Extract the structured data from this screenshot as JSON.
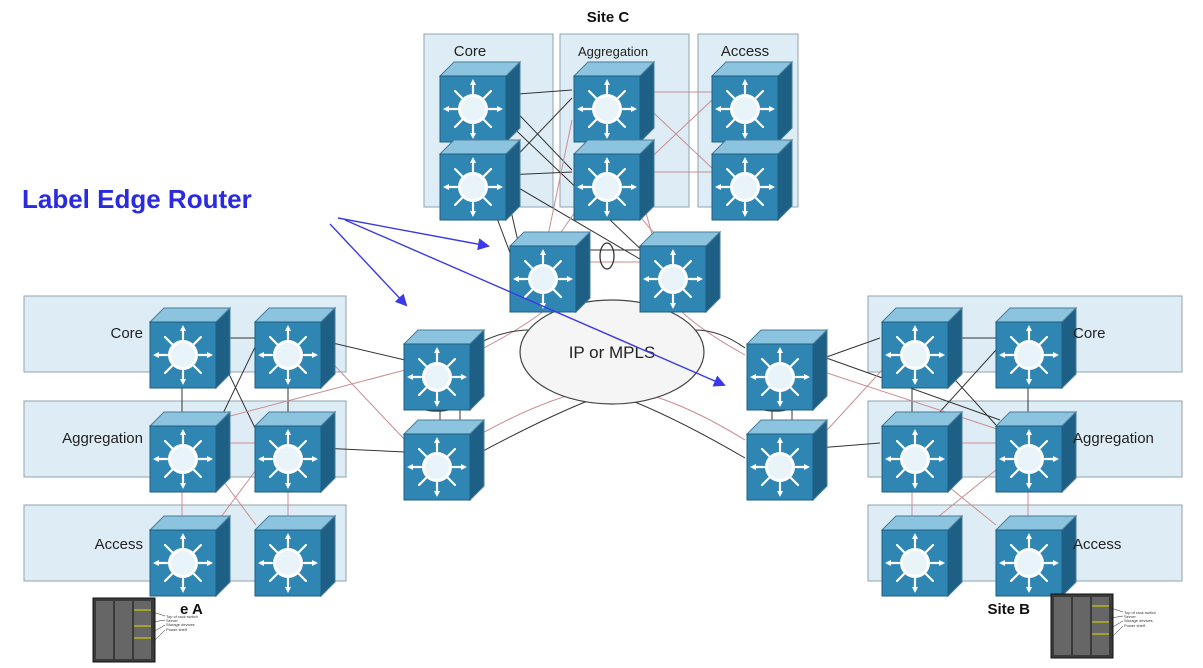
{
  "callout": {
    "text": "Label Edge Router",
    "color": "#2a2ae0"
  },
  "cloud": {
    "label": "IP or MPLS"
  },
  "site_c": {
    "title": "Site C",
    "layers": [
      "Core",
      "Aggregation",
      "Access"
    ]
  },
  "site_a": {
    "title": "e A",
    "layers": [
      "Core",
      "Aggregation",
      "Access"
    ]
  },
  "site_b": {
    "title": "Site B",
    "layers": [
      "Core",
      "Aggregation",
      "Access"
    ]
  },
  "rack_legend": [
    "Top of rack switch",
    "Server",
    "Storage devices",
    "Power shelf"
  ],
  "colors": {
    "panel_fill": "#deedf5",
    "panel_stroke": "#8fa3ad",
    "switch_front": "#2f86b3",
    "switch_top": "#8cc4df",
    "switch_side": "#1d5f85",
    "link_black": "#333333",
    "link_red": "#c98d92",
    "arrow_blue": "#3a3ae8"
  },
  "icons": [
    "switch-icon",
    "port-channel-icon",
    "server-rack-icon"
  ]
}
